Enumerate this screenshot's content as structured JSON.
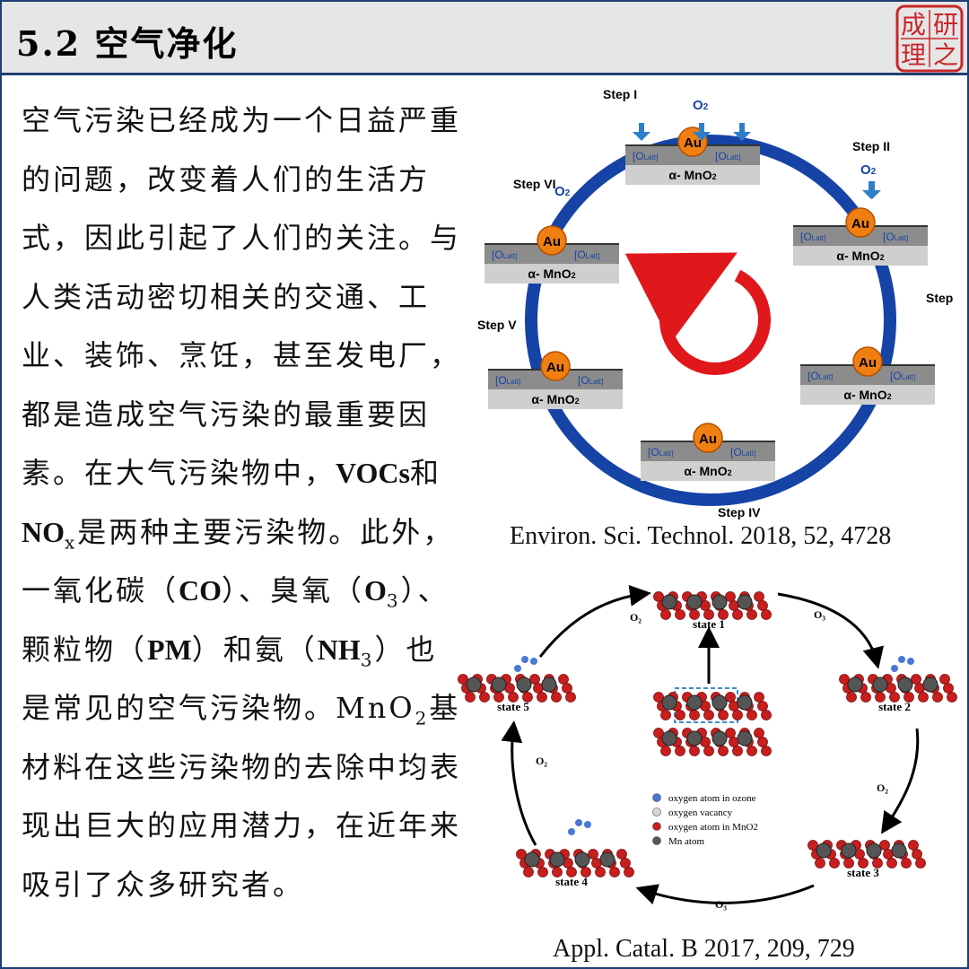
{
  "header": {
    "title": "5.2 空气净化",
    "logo_text": "研之成理"
  },
  "body": {
    "segments": [
      {
        "t": "空气污染已经成为一个日益严重的问题，改变着人们的生活方式，因此引起了人们的关注。与人类活动密切相关的交通、工业、装饰、烹饪，甚至发电厂，都是造成空气污染的最重要因素。在大气污染物中，"
      },
      {
        "b": "VOCs"
      },
      {
        "t": "和"
      },
      {
        "b": "NO"
      },
      {
        "sub": "x"
      },
      {
        "t": "是两种主要污染物。此外，一氧化碳（"
      },
      {
        "b": "CO"
      },
      {
        "t": "）、臭氧（"
      },
      {
        "b": "O"
      },
      {
        "sub": "3"
      },
      {
        "t": "）、颗粒物（"
      },
      {
        "b": "PM"
      },
      {
        "t": "）和氨（"
      },
      {
        "b": "NH"
      },
      {
        "sub": "3"
      },
      {
        "t": "）也是常见的空气污染物。MnO"
      },
      {
        "sub": "2"
      },
      {
        "t": "基材料在这些污染物的去除中均表现出巨大的应用潜力，在近年来吸引了众多研究者。"
      }
    ]
  },
  "figure1": {
    "steps": [
      "Step I",
      "Step II",
      "Step III",
      "Step IV",
      "Step V",
      "Step VI"
    ],
    "au": "Au",
    "olatt": "[O",
    "olatt_sub": "Latt",
    "support": "α- MnO",
    "support_sub": "2",
    "o2": "O",
    "o2_sub": "2",
    "caption": "Environ. Sci. Technol. 2018, 52, 4728"
  },
  "figure2": {
    "states": [
      "state 1",
      "state 2",
      "state 3",
      "state 4",
      "state 5"
    ],
    "arrow_labels": [
      "O₂",
      "O₃",
      "O₂",
      "O₃",
      "O₂"
    ],
    "legend": [
      {
        "label": "oxygen atom in ozone",
        "color": "#4a78d6"
      },
      {
        "label": "oxygen vacancy",
        "color": "#d8d8d8"
      },
      {
        "label": "oxygen atom in MnO2",
        "color": "#c81e1e"
      },
      {
        "label": "Mn atom",
        "color": "#555555"
      }
    ],
    "caption": "Appl. Catal. B 2017, 209, 729"
  },
  "colors": {
    "border": "#1f3f73",
    "header_bg": "#e6e6e6",
    "logo_red": "#c8262a",
    "au_orange": "#f07f12",
    "cycle_blue": "#1643a6",
    "cycle_red": "#e0171b"
  }
}
